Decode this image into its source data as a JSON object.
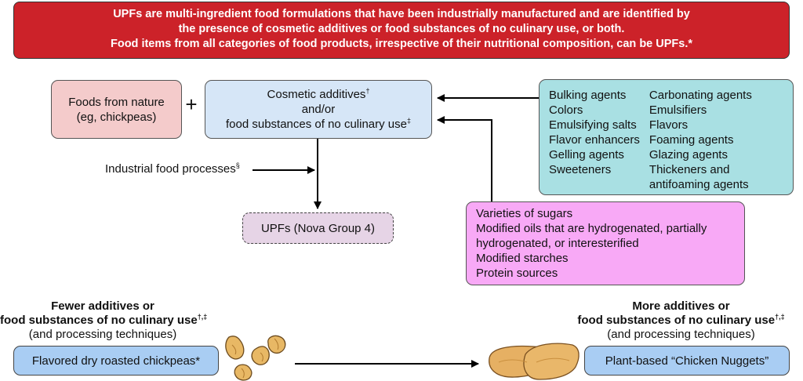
{
  "banner": {
    "lines": [
      "UPFs are multi-ingredient food formulations that have been industrially manufactured and are identified by",
      "the presence of cosmetic additives or food substances of no culinary use, or both.",
      "Food items from all categories of food products, irrespective of their nutritional composition, can be UPFs.*"
    ],
    "color": "#cc2229"
  },
  "nature_box": {
    "line1": "Foods from nature",
    "line2": "(eg, chickpeas)"
  },
  "plus": "+",
  "cosmetic_box": {
    "line1": "Cosmetic additives",
    "line1_sup": "†",
    "line2": "and/or",
    "line3": "food substances of no culinary use",
    "line3_sup": "‡"
  },
  "process_label": {
    "text": "Industrial food processes",
    "sup": "§"
  },
  "upf_box": "UPFs (Nova Group 4)",
  "additives_box": {
    "col1": [
      "Bulking agents",
      "Colors",
      "Emulsifying salts",
      "Flavor enhancers",
      "Gelling agents",
      "Sweeteners"
    ],
    "col2": [
      "Carbonating agents",
      "Emulsifiers",
      "Flavors",
      "Foaming agents",
      "Glazing agents",
      "Thickeners and",
      "antifoaming agents"
    ]
  },
  "substances_box": {
    "lines": [
      "Varieties of sugars",
      "Modified oils that are hydrogenated, partially",
      "hydrogenated, or interesterified",
      "Modified starches",
      "Protein sources"
    ]
  },
  "left_caption": {
    "line1": "Fewer additives or",
    "line2": "food substances of no culinary use",
    "line2_sup": "†,‡",
    "line3": "(and processing techniques)"
  },
  "right_caption": {
    "line1": "More additives or",
    "line2": "food substances of no culinary use",
    "line2_sup": "†,‡",
    "line3": "(and processing techniques)"
  },
  "left_food": "Flavored dry roasted chickpeas*",
  "right_food": "Plant-based “Chicken Nuggets”",
  "icons": {
    "left_image": "chickpeas-illustration",
    "right_image": "chicken-nuggets-illustration"
  }
}
